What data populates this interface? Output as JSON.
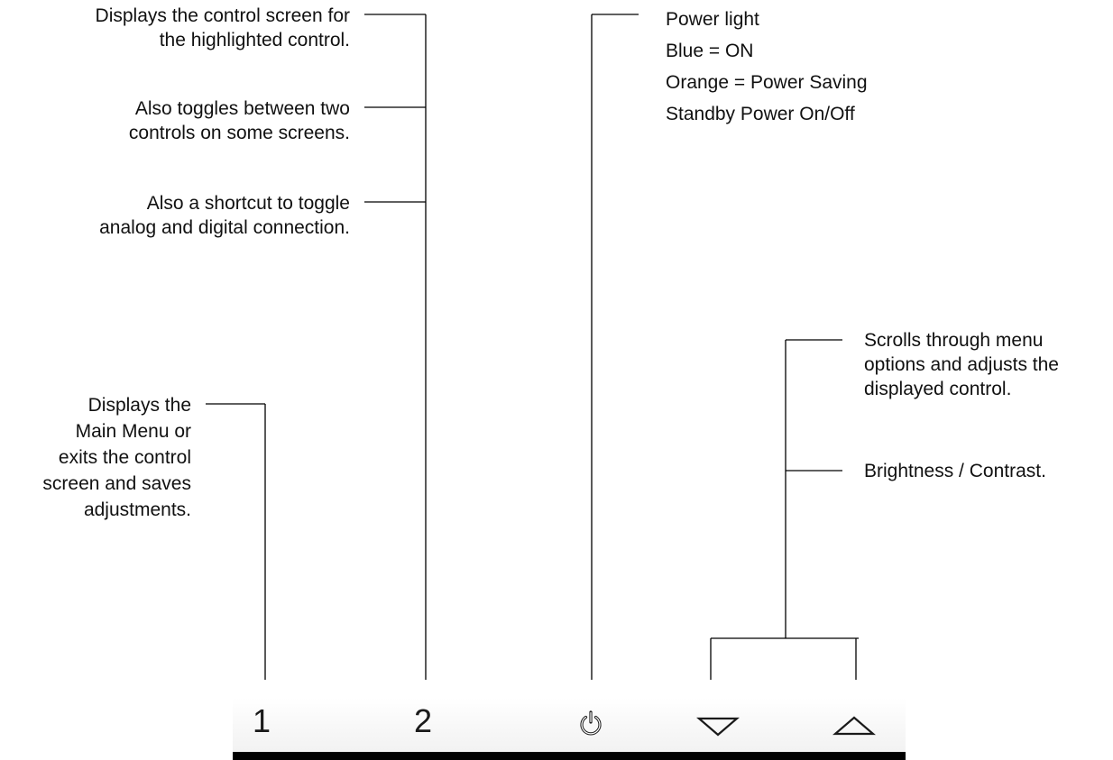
{
  "callouts": {
    "button2_enter": [
      "Displays the control screen for",
      "the highlighted control."
    ],
    "button2_toggle": [
      "Also toggles between two",
      "controls on some screens."
    ],
    "button2_shortcut": [
      "Also a shortcut to toggle",
      "analog and digital connection."
    ],
    "button1": [
      "Displays the",
      "Main Menu or",
      "exits the control",
      "screen and saves",
      "adjustments."
    ],
    "power": [
      "Power light",
      "Blue = ON",
      "Orange = Power Saving",
      "Standby Power On/Off"
    ],
    "arrows_scroll": [
      "Scrolls through menu",
      "options and adjusts the",
      "displayed control."
    ],
    "arrows_shortcut": [
      "Brightness / Contrast."
    ]
  },
  "buttons": {
    "button1_label": "1",
    "button2_label": "2",
    "power_icon": "power-icon",
    "down_icon": "down-triangle-icon",
    "up_icon": "up-triangle-icon"
  },
  "colors": {
    "line": "#000000",
    "text": "#111111"
  }
}
